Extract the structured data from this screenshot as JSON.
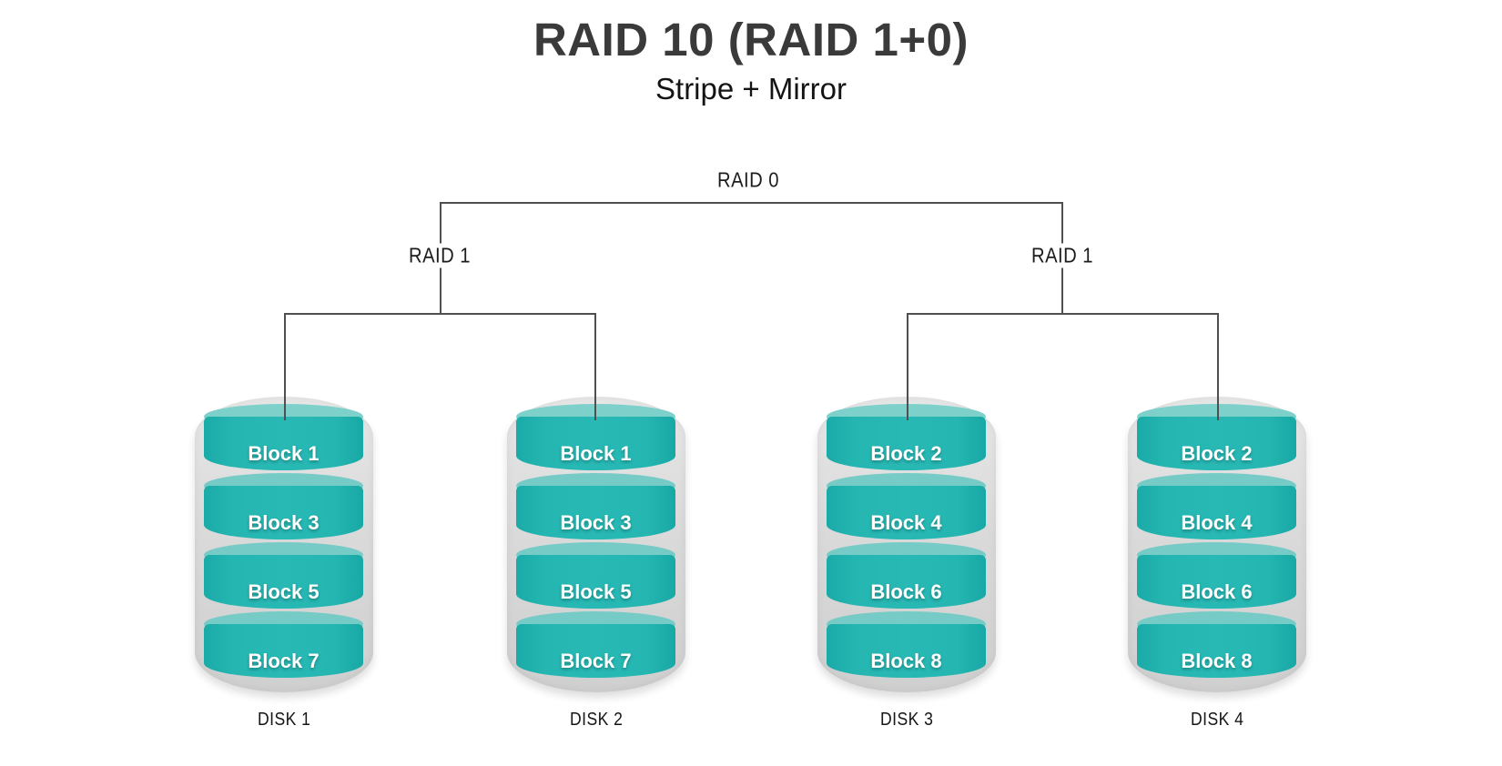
{
  "header": {
    "title": "RAID 10 (RAID 1+0)",
    "subtitle": "Stripe + Mirror"
  },
  "tree": {
    "root_label": "RAID 0",
    "left_group_label": "RAID 1",
    "right_group_label": "RAID 1"
  },
  "disks": [
    {
      "name": "DISK 1",
      "blocks": [
        "Block 1",
        "Block 3",
        "Block 5",
        "Block 7"
      ]
    },
    {
      "name": "DISK 2",
      "blocks": [
        "Block 1",
        "Block 3",
        "Block 5",
        "Block 7"
      ]
    },
    {
      "name": "DISK 3",
      "blocks": [
        "Block 2",
        "Block 4",
        "Block 6",
        "Block 8"
      ]
    },
    {
      "name": "DISK 4",
      "blocks": [
        "Block 2",
        "Block 4",
        "Block 6",
        "Block 8"
      ]
    }
  ],
  "colors": {
    "cylinder_teal": "#25b6b2",
    "cylinder_top_teal": "#76cbc6",
    "casing_gray": "#dadada",
    "connector_line": "#4f4f4f",
    "title_gray": "#3a3a3a",
    "block_text": "#ffffff",
    "label_black": "#161616"
  }
}
